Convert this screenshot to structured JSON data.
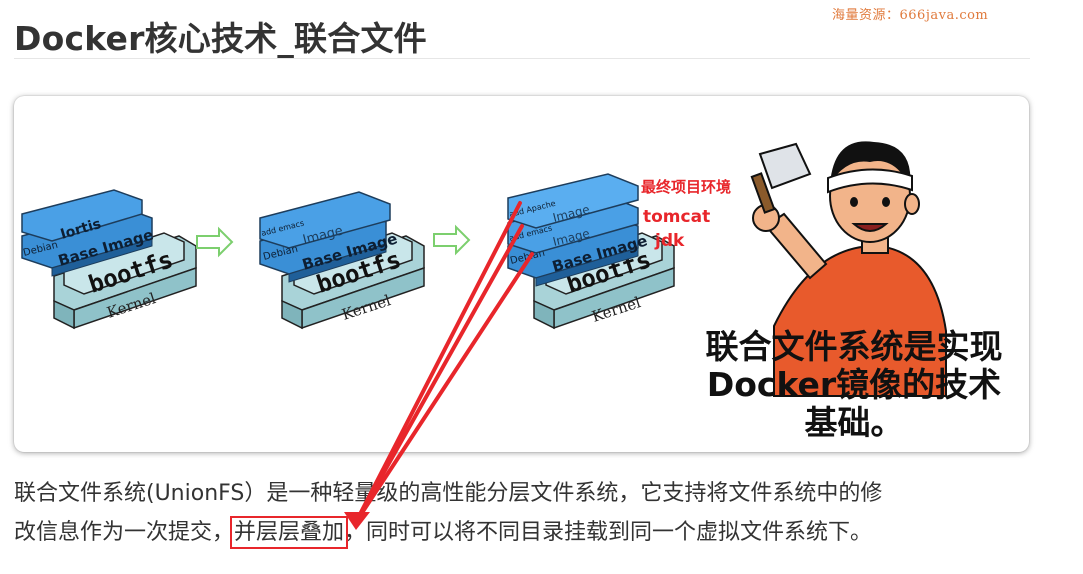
{
  "watermark": "海量资源：666java.com",
  "title": "Docker核心技术_联合文件",
  "diagram": {
    "stack1": {
      "top": "Iortis",
      "middle": "Base Image",
      "side": "Debian",
      "boot": "bootfs",
      "kernel": "Kernel"
    },
    "stack2": {
      "top": "Image",
      "top_side": "add emacs",
      "middle": "Base Image",
      "side": "Debian",
      "boot": "bootfs",
      "kernel": "Kernel"
    },
    "stack3": {
      "top": "Image",
      "top_side": "add Apache",
      "middle_top": "Image",
      "middle_side": "add emacs",
      "middle": "Base Image",
      "side": "Debian",
      "boot": "bootfs",
      "kernel": "Kernel"
    },
    "annotations": {
      "final": "最终项目环境",
      "tomcat": "tomcat",
      "jdk": "jdk"
    },
    "caption": [
      "联合文件系统是实现",
      "Docker镜像的技术",
      "基础。"
    ]
  },
  "paragraph": {
    "line1": "联合文件系统(UnionFS）是一种轻量级的高性能分层文件系统，它支持将文件系统中的修",
    "line2_before": "改信息作为一次提交，",
    "line2_highlight": "并层层叠加",
    "line2_sep": "，",
    "line2_after": "同时可以将不同目录挂载到同一个虚拟文件系统下。"
  },
  "colors": {
    "accent_red": "#e8262b",
    "layer_blue": "#3a8fd6",
    "kernel_teal": "#a9d3d8",
    "arrow_green": "#7ccf6e"
  }
}
